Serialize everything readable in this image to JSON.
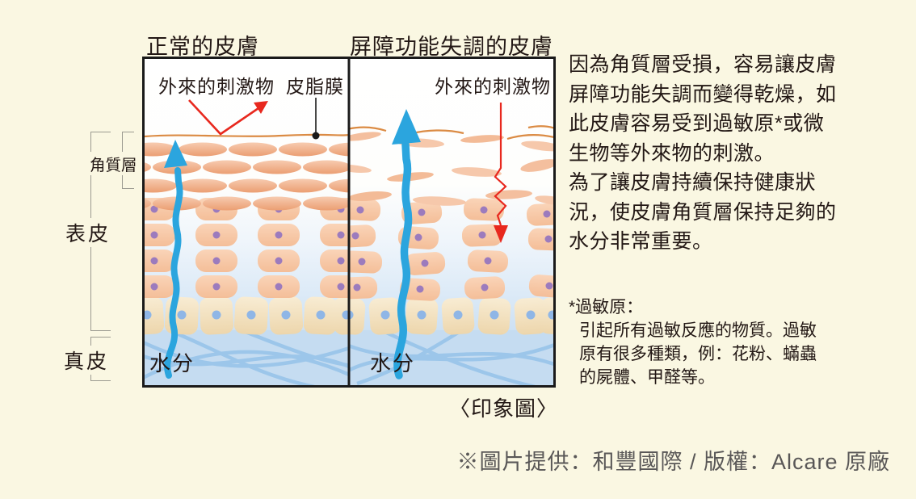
{
  "diagram": {
    "left_panel": {
      "title": "正常的皮膚",
      "irritant_label": "外來的刺激物",
      "sebum_label": "皮脂膜",
      "moisture_label": "水分"
    },
    "right_panel": {
      "title": "屏障功能失調的皮膚",
      "irritant_label": "外來的刺激物",
      "moisture_label": "水分"
    },
    "layer_labels": {
      "stratum_corneum": "角質層",
      "epidermis": "表皮",
      "dermis": "真皮"
    },
    "caption": "〈印象圖〉"
  },
  "description": {
    "lines": [
      "因為角質層受損，容易讓皮膚",
      "屏障功能失調而變得乾燥，如",
      "此皮膚容易受到過敏原*或微",
      "生物等外來物的刺激。",
      "為了讓皮膚持續保持健康狀",
      "況，使皮膚角質層保持足夠的",
      "水分非常重要。"
    ]
  },
  "footnote": {
    "title": "*過敏原：",
    "lines": [
      "引起所有過敏反應的物質。過敏",
      "原有很多種類，例：花粉、蟎蟲",
      "的屍體、甲醛等。"
    ]
  },
  "credit": "※圖片提供：和豐國際 / 版權：Alcare 原廠",
  "colors": {
    "background": "#FAF7E2",
    "moisture_arrow": "#2BA5DE",
    "irritant_arrow": "#E8281E",
    "sebum_film": "#DB8B44",
    "stratum_cell": "#F2B48E",
    "dermis": "#C5DCF1",
    "credit_text": "#595757",
    "text": "#231815"
  }
}
